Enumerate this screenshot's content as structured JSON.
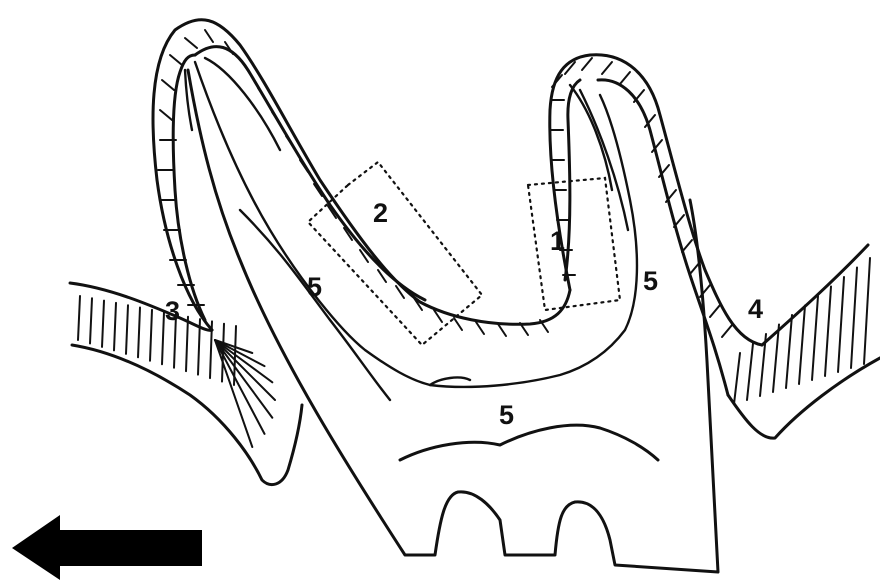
{
  "labels": {
    "region_1": "1",
    "region_2": "2",
    "region_3": "3",
    "region_4": "4",
    "region_5_left": "5",
    "region_5_right": "5",
    "region_5_bottom": "5"
  },
  "arrow": {
    "icon": "left-arrow-icon",
    "direction": "left",
    "color": "#000000"
  },
  "colors": {
    "line": "#111111",
    "background": "#ffffff"
  }
}
